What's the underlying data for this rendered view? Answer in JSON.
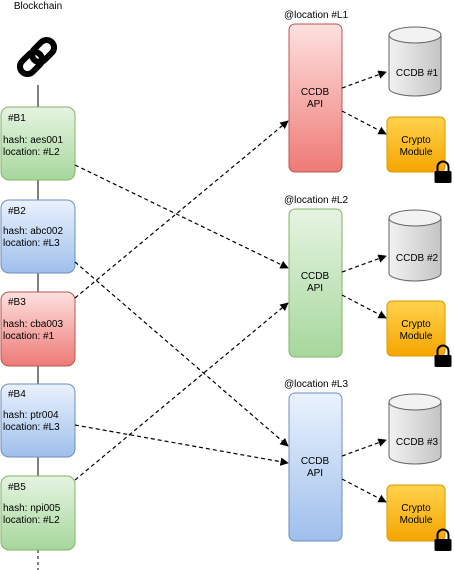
{
  "chain_title": "Blockchain",
  "blocks": [
    {
      "id": "#B1",
      "hash": "hash: aes001",
      "location": "location: #L2",
      "color": "#d5e8d4",
      "stroke": "#82b366"
    },
    {
      "id": "#B2",
      "hash": "hash: abc002",
      "location": "location: #L3",
      "color": "#dae8fc",
      "stroke": "#6c8ebf"
    },
    {
      "id": "#B3",
      "hash": "hash: cba003",
      "location": "location: #1",
      "color": "#f8cecc",
      "stroke": "#b85450"
    },
    {
      "id": "#B4",
      "hash": "hash: ptr004",
      "location": "location: #L3",
      "color": "#dae8fc",
      "stroke": "#6c8ebf"
    },
    {
      "id": "#B5",
      "hash": "hash: npi005",
      "location": "location: #L2",
      "color": "#d5e8d4",
      "stroke": "#82b366"
    }
  ],
  "locations": [
    {
      "label": "@location #L1",
      "api_line1": "CCDB",
      "api_line2": "API",
      "db": "CCDB #1",
      "module_line1": "Crypto",
      "module_line2": "Module",
      "color": "#f8cecc",
      "stroke": "#b85450"
    },
    {
      "label": "@location #L2",
      "api_line1": "CCDB",
      "api_line2": "API",
      "db": "CCDB #2",
      "module_line1": "Crypto",
      "module_line2": "Module",
      "color": "#d5e8d4",
      "stroke": "#82b366"
    },
    {
      "label": "@location #L3",
      "api_line1": "CCDB",
      "api_line2": "API",
      "db": "CCDB #3",
      "module_line1": "Crypto",
      "module_line2": "Module",
      "color": "#dae8fc",
      "stroke": "#6c8ebf"
    }
  ],
  "colors": {
    "db_fill": "#e0e0e0",
    "db_stroke": "#666666",
    "module_fill": "#ffcd28",
    "module_stroke": "#d79b00",
    "edge": "#000000"
  },
  "icons": {
    "chain": "chain-link-icon",
    "lock": "padlock-icon"
  }
}
